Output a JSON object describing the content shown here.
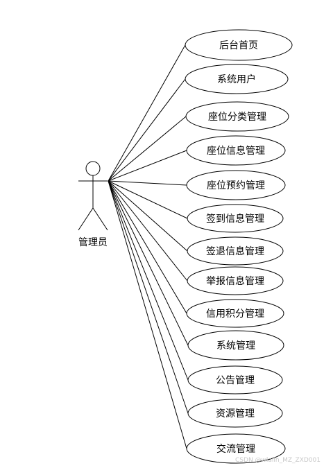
{
  "actor": {
    "label": "管理员"
  },
  "use_cases": [
    {
      "label": "后台首页"
    },
    {
      "label": "系统用户"
    },
    {
      "label": "座位分类管理"
    },
    {
      "label": "座位信息管理"
    },
    {
      "label": "座位预约管理"
    },
    {
      "label": "签到信息管理"
    },
    {
      "label": "签退信息管理"
    },
    {
      "label": "举报信息管理"
    },
    {
      "label": "信用积分管理"
    },
    {
      "label": "系统管理"
    },
    {
      "label": "公告管理"
    },
    {
      "label": "资源管理"
    },
    {
      "label": "交流管理"
    }
  ],
  "watermark": "CSDN @wlalin_MZ_ZXD001",
  "colors": {
    "stroke": "#000000",
    "background": "#ffffff"
  }
}
